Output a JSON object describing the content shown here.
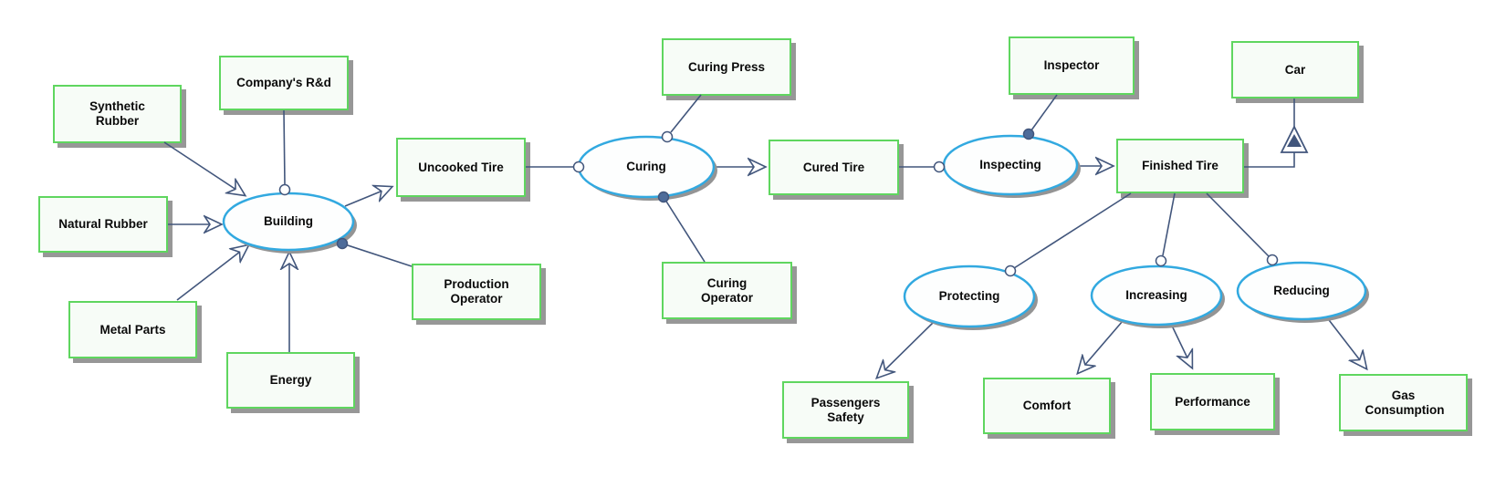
{
  "diagram": {
    "background": "#ffffff",
    "boxes": {
      "synthetic_rubber": {
        "label": "Synthetic Rubber"
      },
      "companys_rd": {
        "label": "Company's R&d"
      },
      "natural_rubber": {
        "label": "Natural Rubber"
      },
      "metal_parts": {
        "label": "Metal Parts"
      },
      "energy": {
        "label": "Energy"
      },
      "production_operator": {
        "label": "Production Operator"
      },
      "uncooked_tire": {
        "label": "Uncooked Tire"
      },
      "curing_press": {
        "label": "Curing Press"
      },
      "curing_operator": {
        "label": "Curing Operator"
      },
      "cured_tire": {
        "label": "Cured Tire"
      },
      "inspector": {
        "label": "Inspector"
      },
      "finished_tire": {
        "label": "Finished Tire"
      },
      "car": {
        "label": "Car"
      },
      "passengers_safety": {
        "label": "Passengers Safety"
      },
      "comfort": {
        "label": "Comfort"
      },
      "performance": {
        "label": "Performance"
      },
      "gas_consumption": {
        "label": "Gas Consumption"
      }
    },
    "ellipses": {
      "building": {
        "label": "Building"
      },
      "curing": {
        "label": "Curing"
      },
      "inspecting": {
        "label": "Inspecting"
      },
      "protecting": {
        "label": "Protecting"
      },
      "increasing": {
        "label": "Increasing"
      },
      "reducing": {
        "label": "Reducing"
      }
    },
    "edges": [
      {
        "from": "synthetic_rubber",
        "to": "building",
        "end": "arrow"
      },
      {
        "from": "companys_rd",
        "to": "building",
        "end": "open-circle"
      },
      {
        "from": "natural_rubber",
        "to": "building",
        "end": "arrow"
      },
      {
        "from": "metal_parts",
        "to": "building",
        "end": "arrow"
      },
      {
        "from": "energy",
        "to": "building",
        "end": "arrow"
      },
      {
        "from": "building",
        "to": "uncooked_tire",
        "end": "arrow"
      },
      {
        "from": "building",
        "to": "production_operator",
        "end": "filled-dot-at-source"
      },
      {
        "from": "uncooked_tire",
        "to": "curing",
        "end": "open-circle"
      },
      {
        "from": "curing_press",
        "to": "curing",
        "end": "open-circle"
      },
      {
        "from": "curing",
        "to": "curing_operator",
        "end": "filled-dot-at-source"
      },
      {
        "from": "curing",
        "to": "cured_tire",
        "end": "arrow"
      },
      {
        "from": "cured_tire",
        "to": "inspecting",
        "end": "open-circle"
      },
      {
        "from": "inspector",
        "to": "inspecting",
        "end": "filled-dot-at-target"
      },
      {
        "from": "inspecting",
        "to": "finished_tire",
        "end": "arrow"
      },
      {
        "from": "finished_tire",
        "to": "car",
        "end": "nested-triangle"
      },
      {
        "from": "finished_tire",
        "to": "protecting",
        "end": "open-circle"
      },
      {
        "from": "finished_tire",
        "to": "increasing",
        "end": "open-circle"
      },
      {
        "from": "finished_tire",
        "to": "reducing",
        "end": "open-circle"
      },
      {
        "from": "protecting",
        "to": "passengers_safety",
        "end": "arrow"
      },
      {
        "from": "increasing",
        "to": "comfort",
        "end": "arrow"
      },
      {
        "from": "increasing",
        "to": "performance",
        "end": "arrow"
      },
      {
        "from": "reducing",
        "to": "gas_consumption",
        "end": "arrow"
      }
    ],
    "colors": {
      "box_border": "#5fd65f",
      "box_fill": "#f7fcf7",
      "ellipse_border": "#32a9e0",
      "ellipse_fill": "#fdfefe",
      "connector": "#42567c",
      "filled_dot": "#4e6c9a",
      "shadow": "#979797",
      "text": "#0a0a0a"
    }
  }
}
